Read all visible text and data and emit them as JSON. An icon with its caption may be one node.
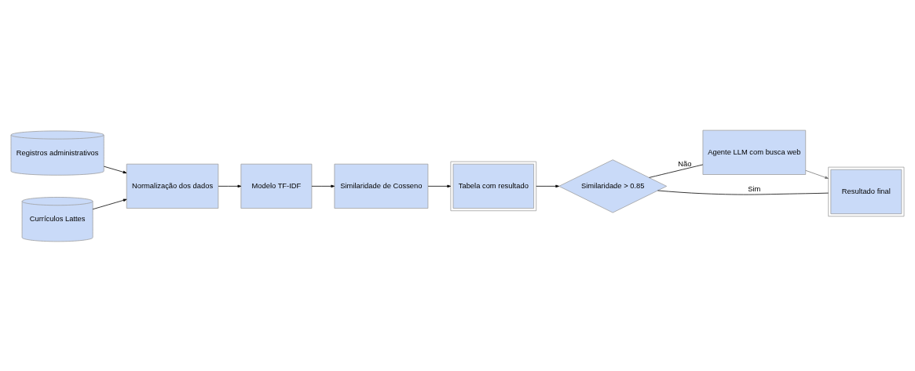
{
  "diagram": {
    "nodes": [
      {
        "text": [
          "Registros administrativos"
        ]
      },
      {
        "text": [
          "Currículos Lattes"
        ]
      },
      {
        "text": [
          "Normalização dos dados"
        ]
      },
      {
        "text": [
          "Modelo TF-IDF"
        ]
      },
      {
        "text": [
          "Similaridade de Cosseno"
        ]
      },
      {
        "text": [
          "Tabela com resultado"
        ]
      },
      {
        "text": [
          "Similaridade > 0.85"
        ]
      },
      {
        "text": [
          "Agente LLM com busca web"
        ]
      },
      {
        "text": [
          "Resultado final"
        ]
      }
    ],
    "edges": [
      {
        "from": 0,
        "to": 2,
        "arrow": "to"
      },
      {
        "from": 1,
        "to": 2,
        "arrow": "to"
      },
      {
        "from": 2,
        "to": 3,
        "arrow": "to"
      },
      {
        "from": 3,
        "to": 4,
        "arrow": "to"
      },
      {
        "from": 4,
        "to": 5,
        "arrow": "to"
      },
      {
        "from": 5,
        "to": 6,
        "arrow": "to"
      },
      {
        "from": 6,
        "to": 7,
        "arrow": "none",
        "label": "Não"
      },
      {
        "from": 6,
        "to": 8,
        "arrow": "none",
        "label": "Sim"
      },
      {
        "from": 7,
        "to": 8,
        "arrow": "to",
        "color": "#757575"
      }
    ]
  }
}
